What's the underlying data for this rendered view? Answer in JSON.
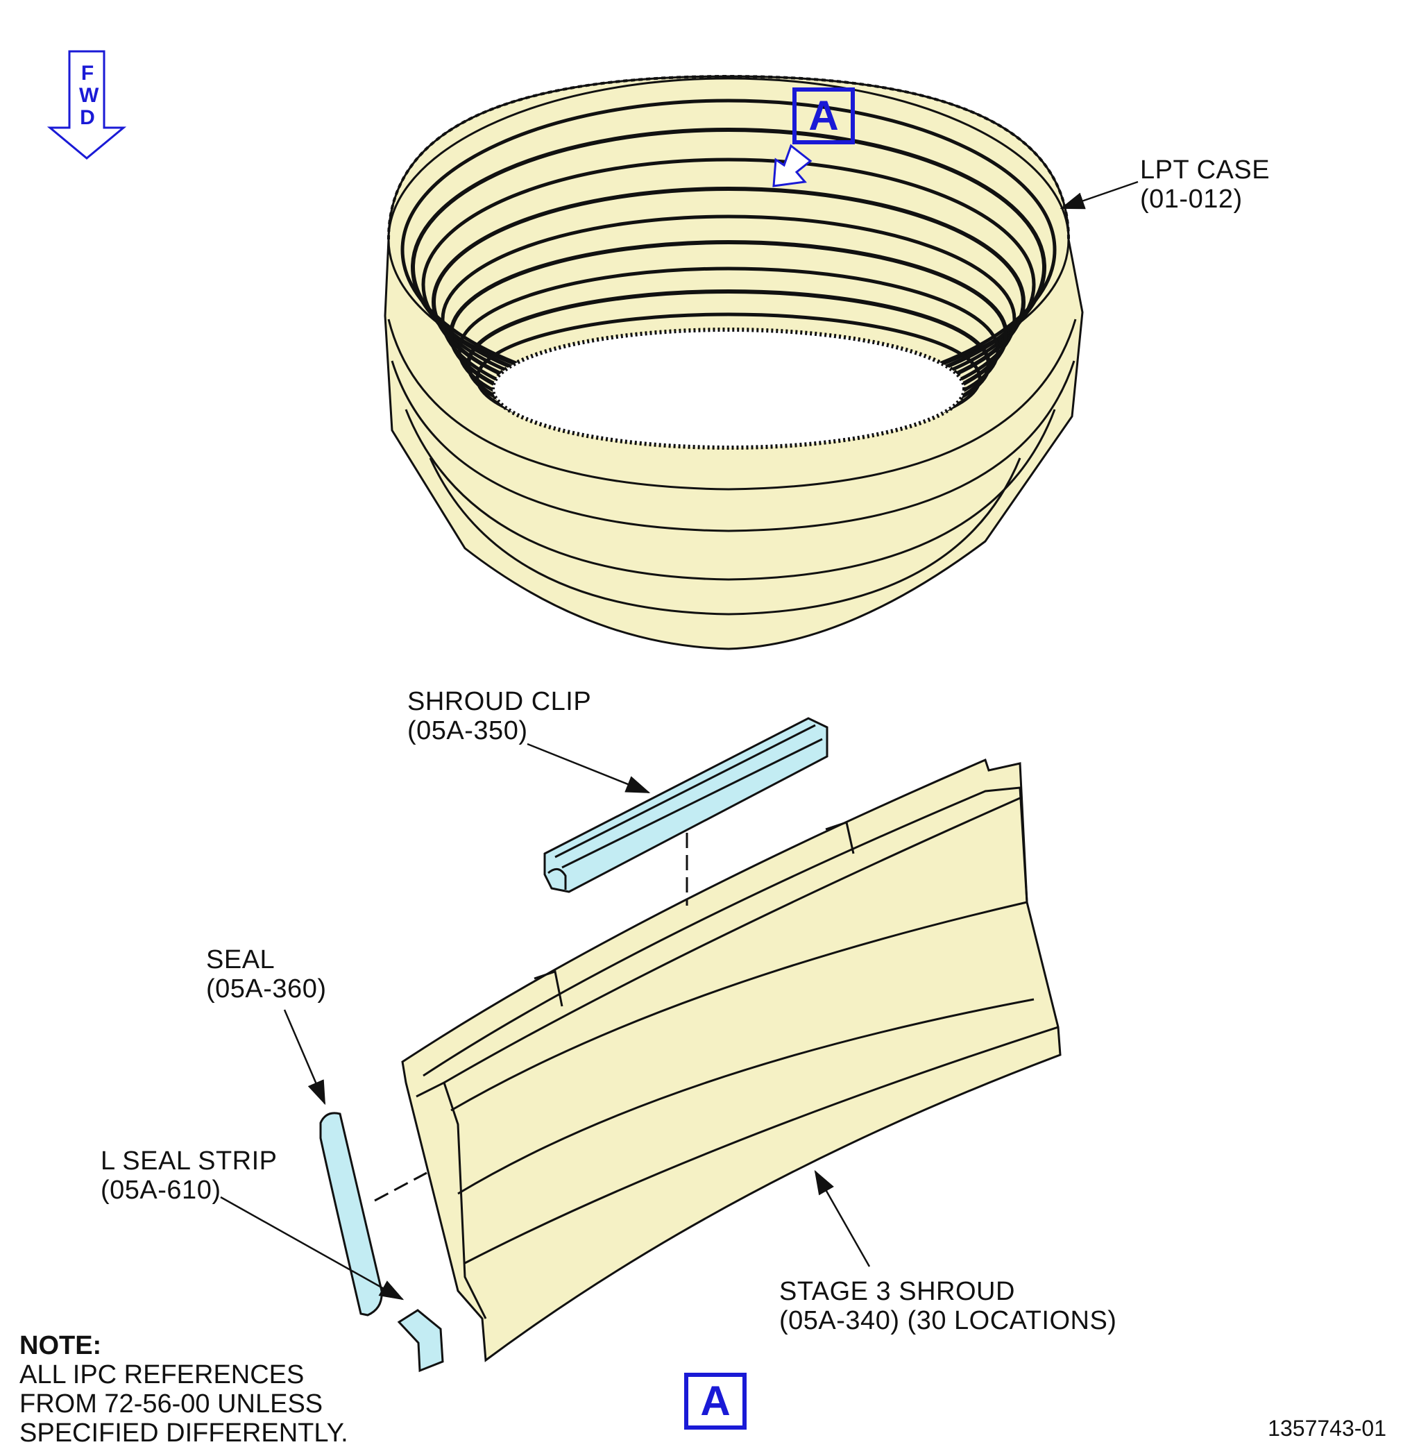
{
  "direction": {
    "text": [
      "F",
      "W",
      "D"
    ]
  },
  "callouts": {
    "top": "A",
    "bottom": "A"
  },
  "labels": {
    "lpt_case": {
      "name": "LPT CASE",
      "ref": "(01-012)"
    },
    "shroud_clip": {
      "name": "SHROUD CLIP",
      "ref": "(05A-350)"
    },
    "seal": {
      "name": "SEAL",
      "ref": "(05A-360)"
    },
    "l_seal_strip": {
      "name": "L SEAL STRIP",
      "ref": "(05A-610)"
    },
    "stage3_shroud": {
      "name": "STAGE 3 SHROUD",
      "ref": "(05A-340) (30 LOCATIONS)"
    }
  },
  "note": {
    "heading": "NOTE:",
    "lines": [
      "ALL IPC REFERENCES",
      "FROM 72-56-00 UNLESS",
      "SPECIFIED DIFFERENTLY."
    ]
  },
  "figure_number": "1357743-01",
  "colors": {
    "part_yellow": "#f5f1c5",
    "part_blue": "#c3ecf3",
    "callout_blue": "#1a1ad6",
    "line": "#111111"
  }
}
